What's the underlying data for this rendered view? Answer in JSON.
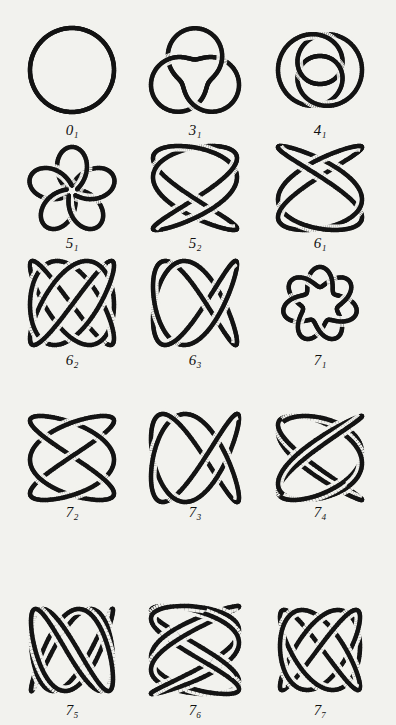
{
  "diagram": {
    "labels": [
      "0₁",
      "3₁",
      "4₁",
      "5₁",
      "5₂",
      "6₁",
      "6₂",
      "6₃",
      "7₁",
      "7₂",
      "7₃",
      "7₄",
      "7₅",
      "7₆",
      "7₇"
    ]
  }
}
